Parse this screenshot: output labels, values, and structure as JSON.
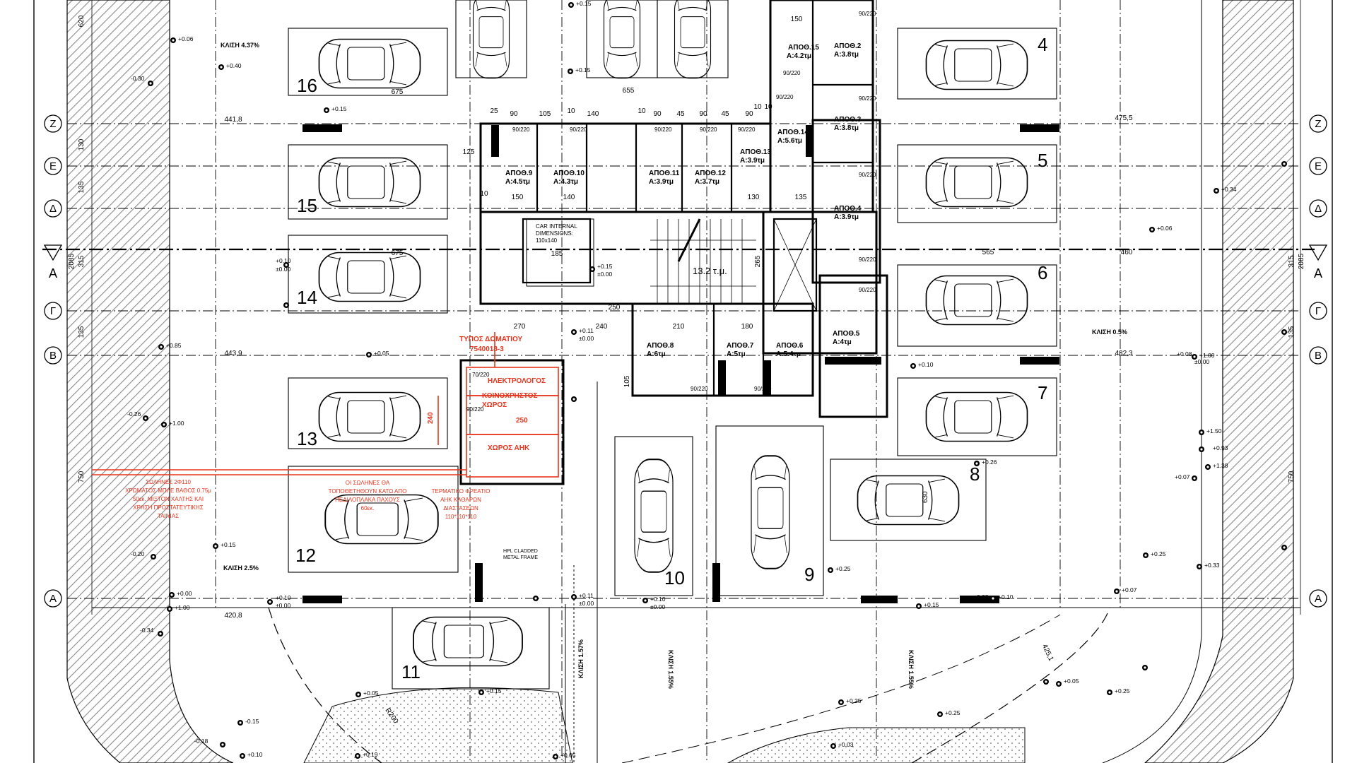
{
  "colors": {
    "ink": "#000000",
    "accent": "#e8341c",
    "hatch": "#7a7a7a",
    "paper": "#ffffff"
  },
  "grid_bubbles": {
    "left": [
      "Ζ",
      "Ε",
      "Δ",
      "Γ",
      "Β",
      "Α"
    ],
    "right": [
      "Ζ",
      "Ε",
      "Δ",
      "Γ",
      "Β",
      "Α"
    ],
    "section_mark": "Α"
  },
  "dimensions": {
    "left_column": [
      "620",
      "130",
      "135",
      "315",
      "2085",
      "135",
      "750"
    ],
    "right_column": [
      "135",
      "315",
      "2085",
      "750"
    ],
    "horizontal": [
      "441,8",
      "475,5",
      "443,9",
      "482,3",
      "565",
      "460",
      "420,8",
      "425,1"
    ],
    "top_row": [
      "25",
      "90",
      "105",
      "10",
      "140",
      "10",
      "90",
      "45",
      "90",
      "45",
      "90",
      "10",
      "10"
    ],
    "misc": [
      "675",
      "675",
      "655",
      "150",
      "10",
      "125",
      "140",
      "130",
      "135",
      "185",
      "265",
      "240",
      "270",
      "210",
      "180",
      "105",
      "250",
      "150"
    ]
  },
  "slopes": [
    "ΚΛΙΣΗ 4.37%",
    "ΚΛΙΣΗ 2.5%",
    "ΚΛΙΣΗ 0.5%",
    "ΚΛΙΣΗ 1.55%",
    "ΚΛΙΣΗ 1.55%",
    "ΚΛΙΣΗ 1.57%"
  ],
  "levels": [
    "+0.06",
    "+0.40",
    "-0.30",
    "+0.15",
    "+0.15",
    "+0.15",
    "+0.10",
    "±0.00",
    "+0.15",
    "±0.00",
    "+0.85",
    "+0.05",
    "+0.11",
    "±0.00",
    "-0.26",
    "+1.00",
    "+0.15",
    "-0.20",
    "+0.00",
    "+1.00",
    "-0.34",
    "+0.10",
    "±0.00",
    "+0.11",
    "±0.00",
    "+0.10",
    "±0.00",
    "+0.05",
    "+0.15",
    "-0.15",
    "-0.18",
    "+0.10",
    "+0.19",
    "+0.05",
    "+0.03",
    "+0.25",
    "+0.25",
    "+0.25",
    "+0.25",
    "+0.07",
    "+0.10",
    "+0.34",
    "+0.06",
    "+1.00",
    "+0.08",
    "±0.00",
    "+1.50",
    "+0.93",
    "+1.38",
    "+0.07",
    "+0.26",
    "+0.33",
    "+0.08",
    "+0.10",
    "+0.05",
    "+0.25",
    "+0.15"
  ],
  "parking_numbers": [
    "16",
    "15",
    "14",
    "13",
    "12",
    "11",
    "10",
    "9",
    "4",
    "5",
    "6",
    "7",
    "8"
  ],
  "storage_rooms": [
    {
      "name": "ΑΠΟΘ.15",
      "area": "Α:4.2τμ"
    },
    {
      "name": "ΑΠΟΘ.2",
      "area": "Α:3.8τμ"
    },
    {
      "name": "ΑΠΟΘ.14",
      "area": "Α:5.6τμ"
    },
    {
      "name": "ΑΠΟΘ.3",
      "area": "Α:3.8τμ"
    },
    {
      "name": "ΑΠΟΘ.9",
      "area": "Α:4.5τμ"
    },
    {
      "name": "ΑΠΟΘ.10",
      "area": "Α:4.3τμ"
    },
    {
      "name": "ΑΠΟΘ.11",
      "area": "Α:3.9τμ"
    },
    {
      "name": "ΑΠΟΘ.12",
      "area": "Α:3.7τμ"
    },
    {
      "name": "ΑΠΟΘ.13",
      "area": "Α:3.9τμ"
    },
    {
      "name": "ΑΠΟΘ.4",
      "area": "Α:3.9τμ"
    },
    {
      "name": "ΑΠΟΘ.8",
      "area": "Α:6τμ"
    },
    {
      "name": "ΑΠΟΘ.7",
      "area": "Α:5τμ"
    },
    {
      "name": "ΑΠΟΘ.6",
      "area": "Α:5.4τμ"
    },
    {
      "name": "ΑΠΟΘ.5",
      "area": "Α:4τμ"
    }
  ],
  "door_tags": [
    "90/220",
    "90/220",
    "90/220",
    "90/220",
    "90/220",
    "90/220",
    "90/220",
    "90/220",
    "90/220",
    "90/220",
    "90/220",
    "90/220",
    "90/220",
    "90/220",
    "70/220",
    "90/220"
  ],
  "elevator": {
    "line1": "CAR INTERNAL",
    "line2": "DIMENSIONS:",
    "line3": "110x140"
  },
  "stair_area": "13.2 τ.μ.",
  "red_notes": {
    "room_type": "ΤΥΠΟΣ ΔΩΜΑΤΙΟΥ",
    "room_code": "7540018-3",
    "electric": "ΗΛΕΚΤΡΟΛΟΓΟΣ",
    "common_1": "ΚΟΙΝΟΧΡΗΣΤΟΣ",
    "common_2": "ΧΩΡΟΣ",
    "ahk_room": "ΧΩΡΟΣ ΑΗΚ",
    "dim_240": "240",
    "dim_250": "250",
    "pipes_1": "ΣΩΛΗΝΕΣ 2Φ110",
    "pipes_2": "ΧΡΩΜΑΤΟΣ ΜΠΛΕ ΒΑΘΟΣ 0.75μ",
    "pipes_3": "50εκ. ΜΙΞΤΟΝ ΧΑΛΤΗΣ ΚΑΙ",
    "pipes_4": "ΧΡΗΣΗ ΠΡΟΣΤΑΤΕΥΤΙΚΗΣ",
    "pipes_5": "ΤΑΙΝΙΑΣ",
    "note_1": "ΟΙ ΣΩΛΗΝΕΣ ΘΑ",
    "note_2": "ΤΟΠΟΘΕΤΗΘΟΥΝ ΚΑΤΩ ΑΠΟ",
    "note_3": "ΠΕΔΙΛΟΠΛΑΚΑ ΠΑΧΟΥΣ",
    "note_4": "60εκ.",
    "term_1": "ΤΕΡΜΑΤΙΚΟ ΦΡΕΑΤΙΟ",
    "term_2": "ΑΗΚ ΚΑΘΑΡΩΝ",
    "term_3": "ΔΙΑΣΤΑΣΕΩΝ",
    "term_4": "110*110*110"
  },
  "frame_note": {
    "line1": "HPL CLADDED",
    "line2": "METAL FRAME"
  },
  "radius": "R200",
  "car_dims": [
    "630"
  ]
}
